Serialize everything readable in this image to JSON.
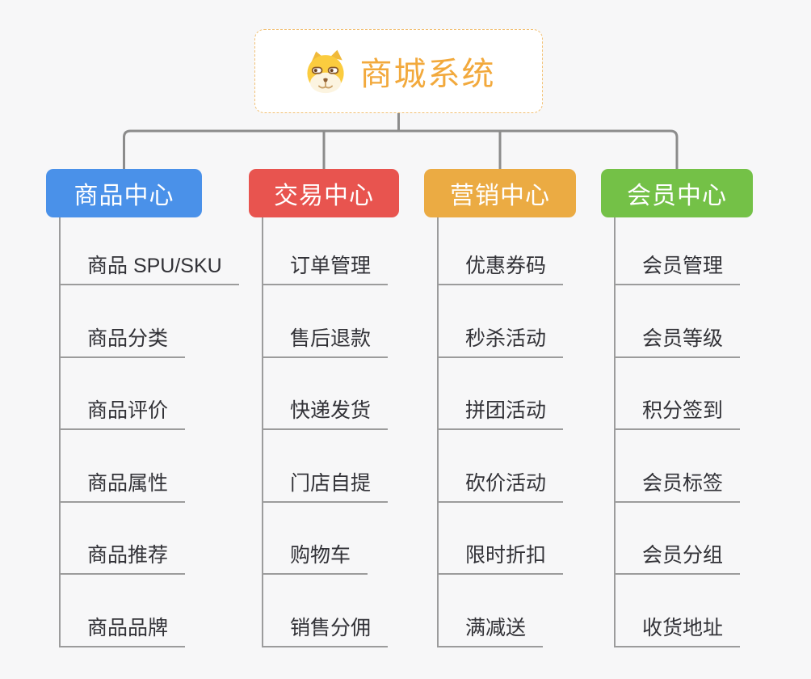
{
  "page": {
    "background": "#f7f7f8",
    "line_color": "#9c9c9c",
    "connector_color": "#8c8c8c",
    "leaf_text_color": "#323237"
  },
  "root": {
    "title": "商城系统",
    "icon": "dog-face-icon",
    "text_color": "#f2a93c",
    "border_color": "#f2c176",
    "background": "#ffffff"
  },
  "branches": [
    {
      "label": "商品中心",
      "color": "#4a91e9",
      "children": [
        "商品 SPU/SKU",
        "商品分类",
        "商品评价",
        "商品属性",
        "商品推荐",
        "商品品牌"
      ]
    },
    {
      "label": "交易中心",
      "color": "#e8544f",
      "children": [
        "订单管理",
        "售后退款",
        "快递发货",
        "门店自提",
        "购物车",
        "销售分佣"
      ]
    },
    {
      "label": "营销中心",
      "color": "#ebab43",
      "children": [
        "优惠券码",
        "秒杀活动",
        "拼团活动",
        "砍价活动",
        "限时折扣",
        "满减送"
      ]
    },
    {
      "label": "会员中心",
      "color": "#74c147",
      "children": [
        "会员管理",
        "会员等级",
        "积分签到",
        "会员标签",
        "会员分组",
        "收货地址"
      ]
    }
  ]
}
